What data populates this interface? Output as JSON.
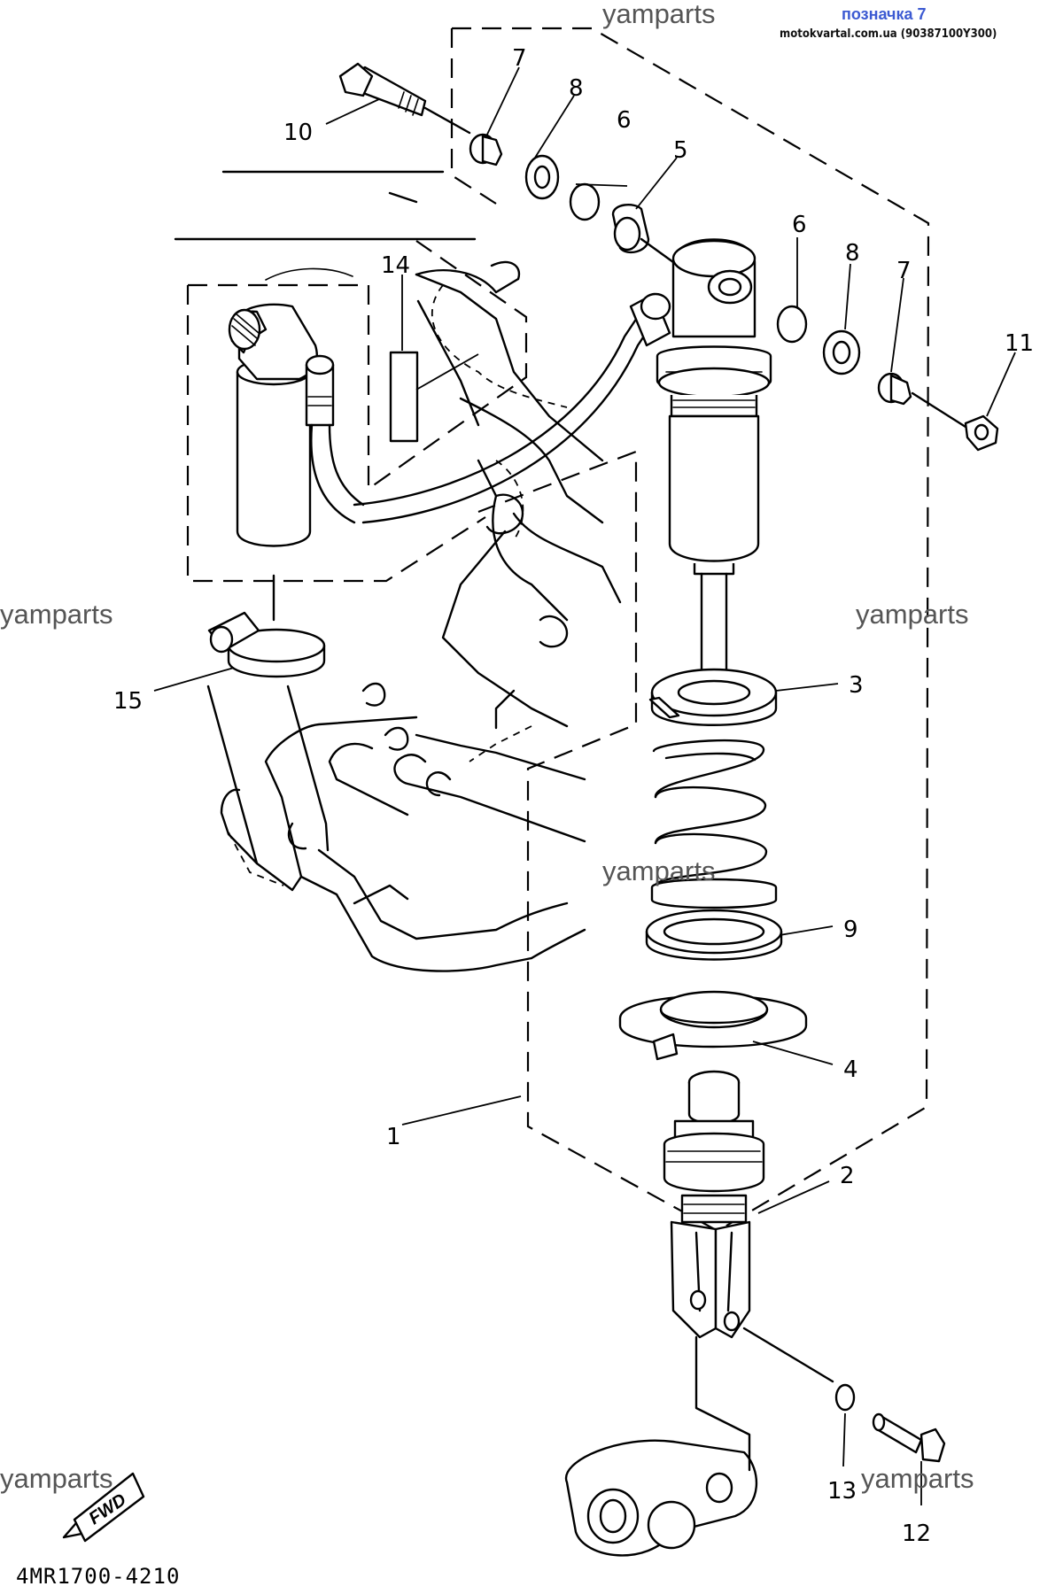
{
  "header": {
    "designation": "позначка 7",
    "source": "motokvartal.com.ua (90387100Y300)"
  },
  "watermarks": [
    "yamparts",
    "yamparts",
    "yamparts",
    "yamparts",
    "yamparts",
    "yamparts"
  ],
  "diagram_code": "4MR1700-4210",
  "fwd_label": "FWD",
  "callouts": [
    {
      "number": "1",
      "part": "rear shock absorber assembly"
    },
    {
      "number": "2",
      "part": "lower clevis"
    },
    {
      "number": "3",
      "part": "spring seat upper"
    },
    {
      "number": "4",
      "part": "spring guide / lower seat"
    },
    {
      "number": "5",
      "part": "upper bushing"
    },
    {
      "number": "6",
      "part": "o-ring"
    },
    {
      "number": "6",
      "part": "o-ring"
    },
    {
      "number": "7",
      "part": "collar"
    },
    {
      "number": "7",
      "part": "collar"
    },
    {
      "number": "8",
      "part": "oil seal"
    },
    {
      "number": "8",
      "part": "oil seal"
    },
    {
      "number": "9",
      "part": "spring seat"
    },
    {
      "number": "10",
      "part": "bolt"
    },
    {
      "number": "11",
      "part": "nut"
    },
    {
      "number": "12",
      "part": "bolt"
    },
    {
      "number": "13",
      "part": "washer"
    },
    {
      "number": "14",
      "part": "label"
    },
    {
      "number": "15",
      "part": "band"
    }
  ]
}
